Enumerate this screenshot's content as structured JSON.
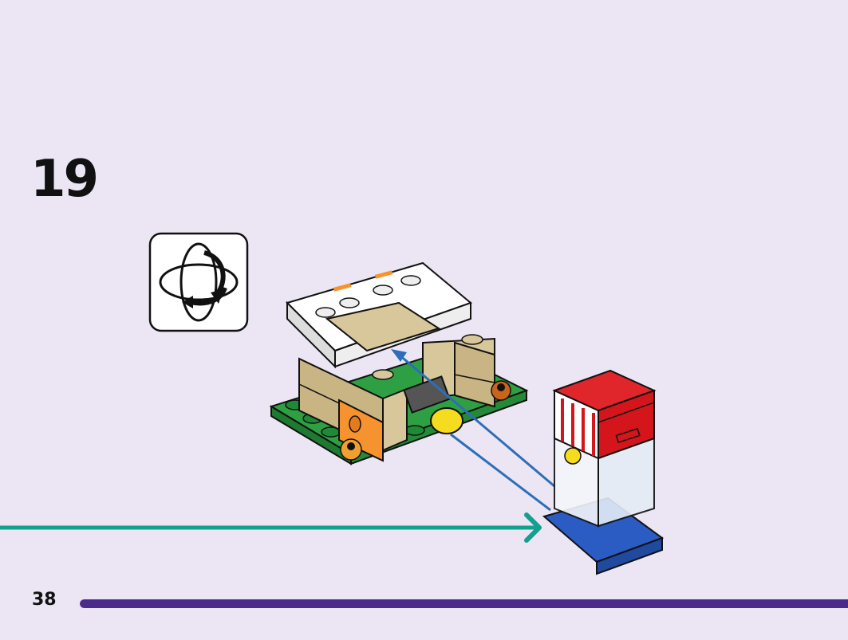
{
  "step": {
    "number": "19"
  },
  "rotate_hint": {
    "icon": "rotate-model-icon"
  },
  "page": {
    "number": "38"
  },
  "progress": {
    "fraction": 1.0
  },
  "colors": {
    "background": "#ece6f4",
    "progress_bar": "#4a2a8a",
    "guide_arrow": "#13a08e",
    "placement_arrow": "#2e6eb8",
    "brick_tan": "#d8c79a",
    "brick_green": "#2ea043",
    "brick_red": "#d4151b",
    "brick_blue": "#2a5cc4",
    "brick_orange": "#f7932f",
    "brick_yellow": "#f5dc1e"
  }
}
